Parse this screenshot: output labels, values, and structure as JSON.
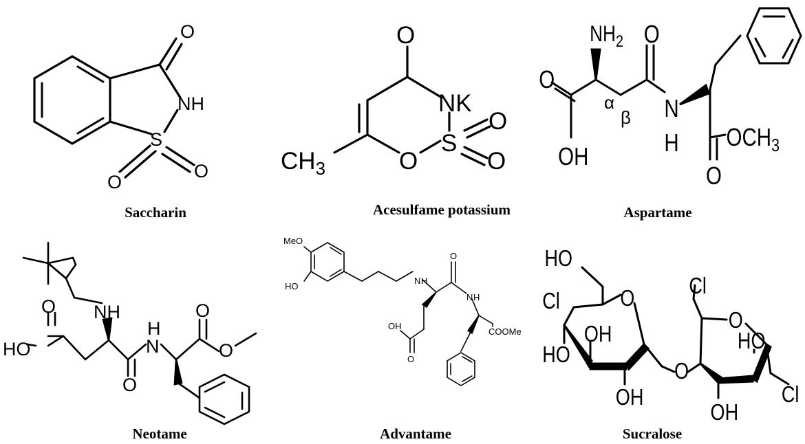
{
  "figure": {
    "compounds": [
      {
        "id": "saccharin",
        "name": "Saccharin",
        "atoms": {
          "o_top": "O",
          "nh": "NH",
          "s": "S",
          "o_left": "O",
          "o_right": "O"
        }
      },
      {
        "id": "acesulfame",
        "name": "Acesulfame potassium",
        "atoms": {
          "o_top": "O",
          "nk": "NK",
          "s": "S",
          "o_ring": "O",
          "o_s1": "O",
          "o_s2": "O",
          "ch3": "CH",
          "ch3_sub": "3"
        }
      },
      {
        "id": "aspartame",
        "name": "Aspartame",
        "atoms": {
          "nh2": "NH",
          "nh2_sub": "2",
          "o_acid": "O",
          "oh": "OH",
          "alpha": "α",
          "beta": "β",
          "o_amide": "O",
          "n": "N",
          "h": "H",
          "och3": "OCH",
          "och3_sub": "3",
          "o_ester": "O"
        }
      },
      {
        "id": "neotame",
        "name": "Neotame",
        "atoms": {
          "nh": "NH",
          "ho": "HO",
          "o_acid": "O",
          "o_amide": "O",
          "hn": "H",
          "n": "N",
          "o_ester1": "O",
          "o_ester2": "O"
        }
      },
      {
        "id": "advantame",
        "name": "Advantame",
        "atoms": {
          "meo": "MeO",
          "ho": "HO",
          "nh1": "N",
          "h1": "H",
          "o1": "O",
          "nh2": "N",
          "h2": "H",
          "oh": "OH",
          "o2": "O",
          "coome": "COOMe"
        }
      },
      {
        "id": "sucralose",
        "name": "Sucralose",
        "atoms": {
          "ho_top": "HO",
          "cl1": "Cl",
          "o_ring1": "O",
          "oh1": "OH",
          "ho1": "HO",
          "oh2": "OH",
          "o_link": "O",
          "cl2": "Cl",
          "o_ring2": "O",
          "ho2": "HO",
          "oh3": "OH",
          "cl3": "Cl"
        }
      }
    ]
  }
}
